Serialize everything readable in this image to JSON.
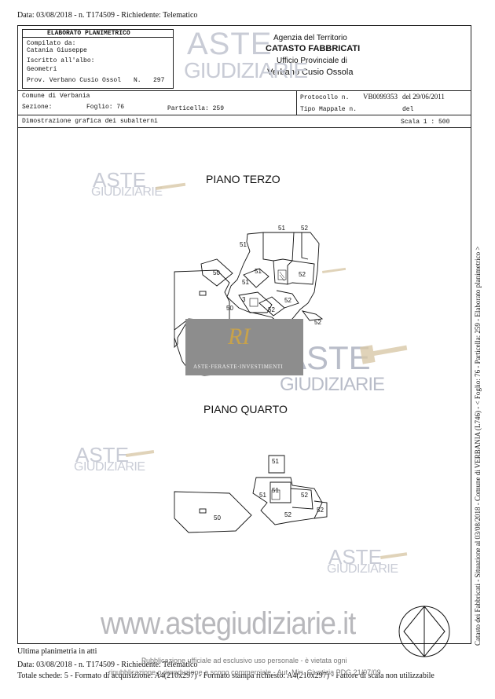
{
  "top_line": "Data: 03/08/2018 - n. T174509 - Richiedente: Telematico",
  "header": {
    "doc_title": "ELABORATO PLANIMETRICO",
    "compilato_label": "Compilato da:",
    "compilato_name": "Catania Giuseppe",
    "iscritto_label": "Iscritto all'albo:",
    "iscritto_value": "Geometri",
    "prov_label": "Prov. Verbano Cusio Ossol",
    "prov_n_label": "N.",
    "prov_n_value": "297",
    "agency_line1": "Agenzia del Territorio",
    "agency_line2": "CATASTO FABBRICATI",
    "agency_line3": "Ufficio Provinciale di",
    "agency_line4": "Verbano Cusio Ossola"
  },
  "info": {
    "comune": "Comune di Verbania",
    "sezione_label": "Sezione:",
    "foglio": "Foglio: 76",
    "particella": "Particella: 259",
    "protocollo_label": "Protocollo n.",
    "protocollo_value": "VB0099353",
    "protocollo_date": "del 29/06/2011",
    "tipo_mappale": "Tipo Mappale n.",
    "tipo_del": "del",
    "dimostrazione": "Dimostrazione grafica dei subalterni",
    "scala": "Scala 1 : 500"
  },
  "floors": {
    "terzo_title": "PIANO TERZO",
    "quarto_title": "PIANO QUARTO"
  },
  "plan_labels_terzo": [
    "51",
    "52",
    "51",
    "50",
    "51",
    "51",
    "52",
    "52",
    "3",
    "50",
    "52",
    "52",
    "50"
  ],
  "plan_labels_quarto": [
    "51",
    "51",
    "51",
    "52",
    "52",
    "52",
    "50"
  ],
  "watermarks": {
    "aste": "ASTE",
    "giudiziarie": "GIUDIZIARIE",
    "logo_caption": "ASTE·FERASTE·INVESTIMENTI",
    "logo_letters": "RI",
    "website": "www.astegiudiziarie.it"
  },
  "side_text": "Catasto dei Fabbricati - Situazione al 03/08/2018 - Comune di VERBANIA (L746) - < Foglio: 76 - Particella: 259 - Elaborato planimetrico >",
  "footer": {
    "ultima": "Ultima planimetria in atti",
    "line1": "Data: 03/08/2018 - n. T174509 - Richiedente: Telematico",
    "line2": "Totale schede: 5 - Formato di acquisizione: A4(210x297) - Formato stampa richiesto: A4(210x297) - Fattore di scala non utilizzabile",
    "overlay1": "Pubblicazione ufficiale ad esclusivo uso personale - è vietata ogni",
    "overlay2": "ripubblicazione o riproduzione a scopo commerciale - Aut. Min. Giustizia PDG 21/07/09"
  }
}
